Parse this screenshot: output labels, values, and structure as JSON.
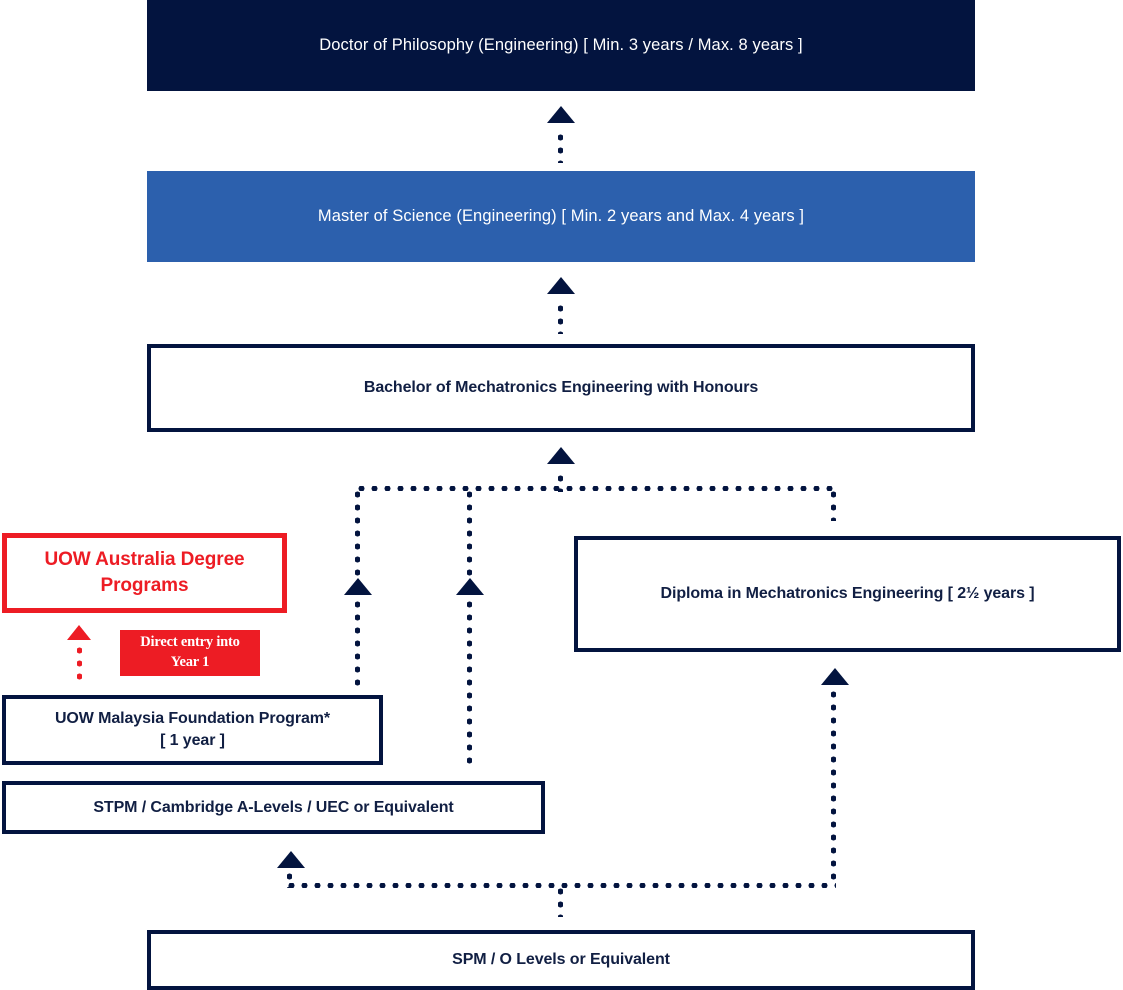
{
  "diagram": {
    "title": "Mechatronics Engineering study pathway",
    "colors": {
      "navy": "#03143f",
      "blue": "#2c60ad",
      "red": "#ed1c24",
      "white": "#ffffff"
    },
    "nodes": {
      "phd": {
        "label": "Doctor of Philosophy (Engineering) [ Min. 3 years / Max. 8 years ]"
      },
      "msc": {
        "label": "Master of Science (Engineering) [ Min. 2 years and Max. 4 years ]"
      },
      "bachelor": {
        "label": "Bachelor of Mechatronics Engineering with Honours"
      },
      "uow_australia": {
        "label": "UOW Australia Degree Programs"
      },
      "direct_entry": {
        "label": "Direct entry into Year 1"
      },
      "foundation": {
        "line1": "UOW Malaysia Foundation Program*",
        "line2": "[ 1 year ]"
      },
      "stpm": {
        "label": "STPM / Cambridge A-Levels / UEC or Equivalent"
      },
      "diploma": {
        "label": "Diploma in Mechatronics Engineering [ 2½ years ]"
      },
      "spm": {
        "label": "SPM / O Levels or Equivalent"
      }
    }
  }
}
